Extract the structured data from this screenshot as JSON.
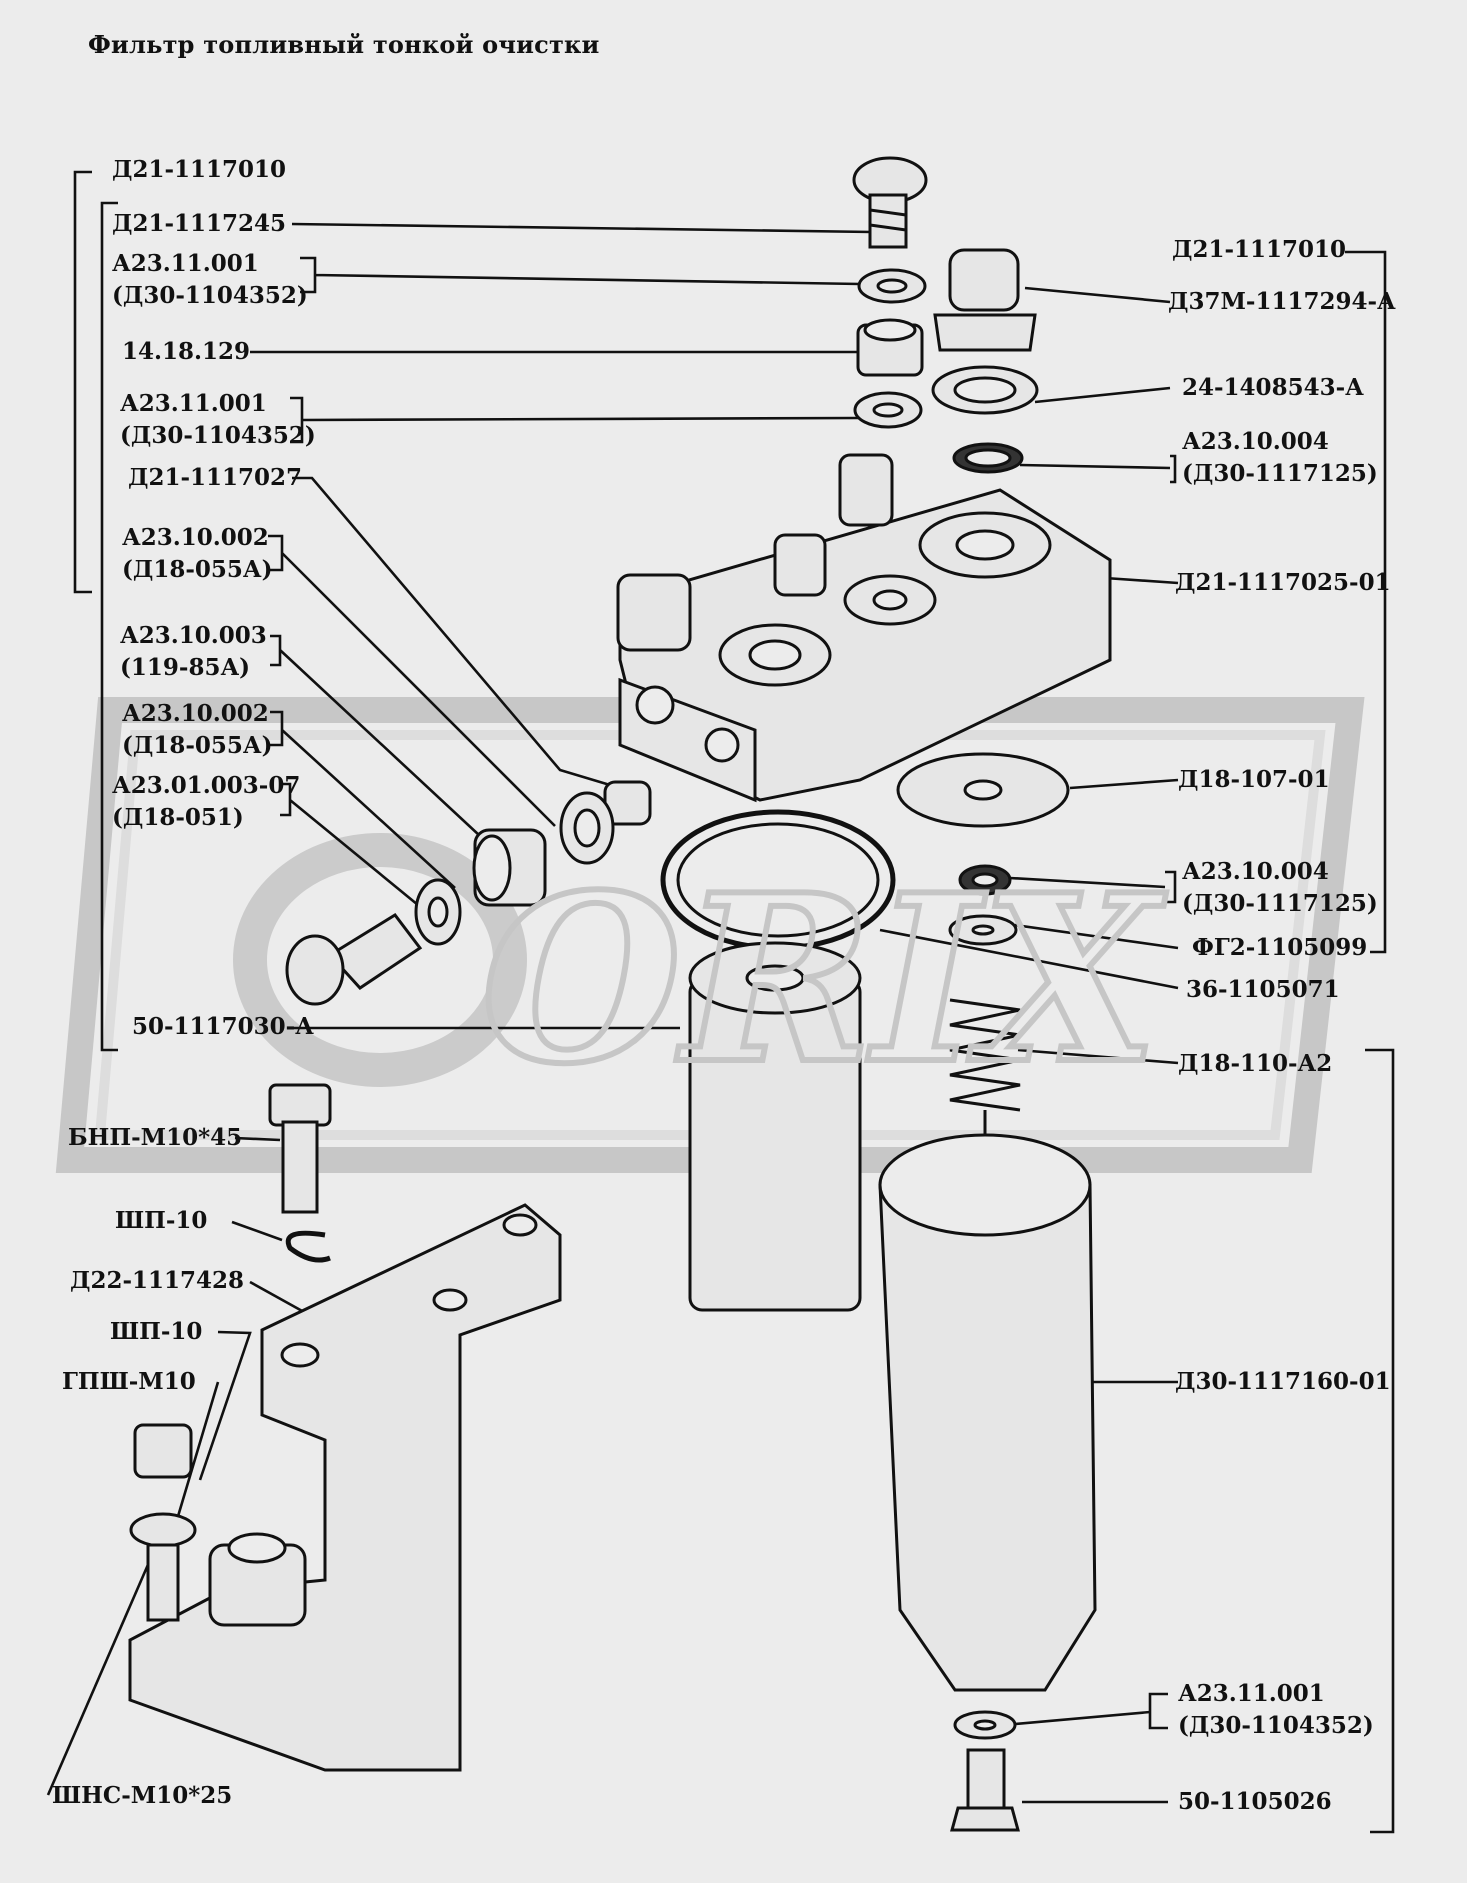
{
  "title": "Фильтр топливный тонкой очистки",
  "watermark": "ORIX",
  "colors": {
    "background": "#ececec",
    "ink": "#111111",
    "watermark": "#bdbdbd"
  },
  "labels": {
    "left": [
      "Д21-1117010",
      "Д21-1117245",
      "А23.11.001",
      "(Д30-1104352)",
      "14.18.129",
      "А23.11.001",
      "(Д30-1104352)",
      "Д21-1117027",
      "А23.10.002",
      "(Д18-055А)",
      "А23.10.003",
      "(119-85А)",
      "А23.10.002",
      "(Д18-055А)",
      "А23.01.003-07",
      "(Д18-051)",
      "50-1117030-А",
      "БНП-М10*45",
      "ШП-10",
      "Д22-1117428",
      "ШП-10",
      "ГПШ-М10",
      "ШНС-М10*25"
    ],
    "right": [
      "Д21-1117010",
      "Д37М-1117294-А",
      "24-1408543-А",
      "А23.10.004",
      "(Д30-1117125)",
      "Д21-1117025-01",
      "Д18-107-01",
      "А23.10.004",
      "(Д30-1117125)",
      "ФГ2-1105099",
      "36-1105071",
      "Д18-110-А2",
      "Д30-1117160-01",
      "А23.11.001",
      "(Д30-1104352)",
      "50-1105026"
    ]
  }
}
